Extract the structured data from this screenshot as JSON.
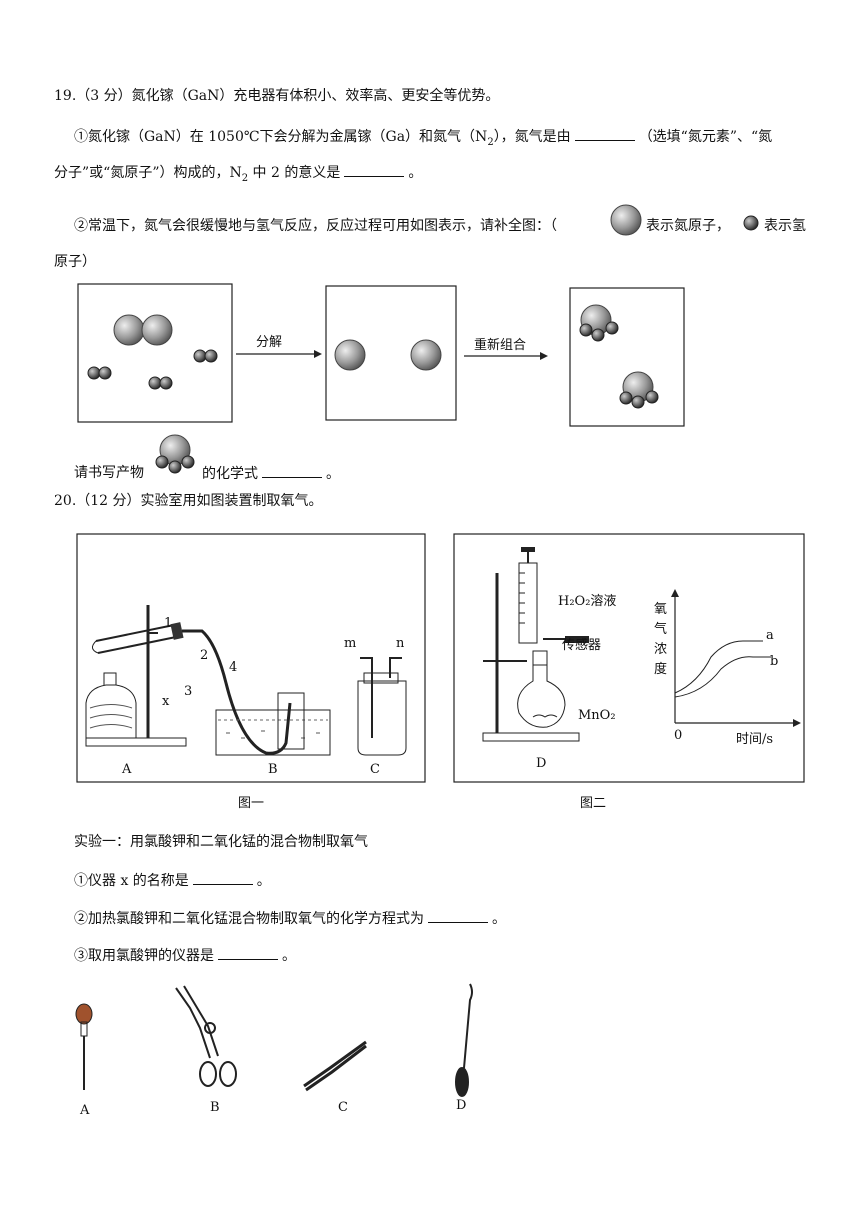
{
  "q19": {
    "stem": "19.（3 分）氮化镓（GaN）充电器有体积小、效率高、更安全等优势。",
    "p1_a": "①氮化镓（GaN）在 1050℃下会分解为金属镓（Ga）和氮气（N",
    "p1_b": "），氮气是由",
    "p1_c": "（选填“氮元素”、“氮",
    "p1_d": "分子”或“氮原子”）构成的，N",
    "p1_e": " 中 2 的意义是",
    "p1_f": "。",
    "sub2": "2",
    "p2_a": "②常温下，氮气会很缓慢地与氢气反应，反应过程可用如图表示，请补全图：（",
    "p2_b": "表示氮原子，",
    "p2_c": "表示氢",
    "p2_d": "原子）",
    "arrow1": "分解",
    "arrow2": "重新组合",
    "ask_a": "请书写产物",
    "ask_b": "的化学式",
    "ask_c": "。"
  },
  "q20": {
    "stem": "20.（12 分）实验室用如图装置制取氧气。",
    "fig1": {
      "caption": "图一",
      "A": "A",
      "B": "B",
      "C": "C",
      "l1": "1",
      "l2": "2",
      "l3": "3",
      "l4": "4",
      "lx": "x",
      "m": "m",
      "n": "n"
    },
    "fig2": {
      "caption": "图二",
      "D": "D",
      "h2o2": "H₂O₂溶液",
      "sensor": "传感器",
      "mno2": "MnO₂",
      "ylabel": "氧\n气\n浓\n度",
      "y1": "氧",
      "y2": "气",
      "y3": "浓",
      "y4": "度",
      "xlabel": "时间/s",
      "origin": "0",
      "a": "a",
      "b": "b"
    },
    "exp1": "实验一：用氯酸钾和二氧化锰的混合物制取氧气",
    "s1_a": "①仪器 x 的名称是",
    "s1_b": "。",
    "s2_a": "②加热氯酸钾和二氧化锰混合物制取氧气的化学方程式为",
    "s2_b": "。",
    "s3_a": "③取用氯酸钾的仪器是",
    "s3_b": "。",
    "tools": [
      "A",
      "B",
      "C",
      "D"
    ]
  }
}
